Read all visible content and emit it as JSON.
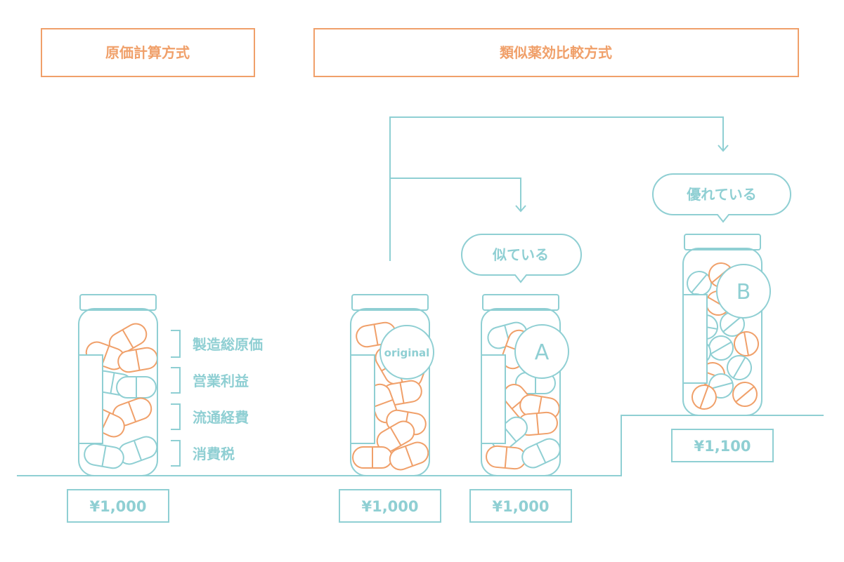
{
  "headers": {
    "cost_method": "原価計算方式",
    "comparison_method": "類似薬効比較方式"
  },
  "cost_breakdown": [
    "製造総原価",
    "営業利益",
    "流通経費",
    "消費税"
  ],
  "bubbles": {
    "similar": "似ている",
    "superior": "優れている"
  },
  "bottles": {
    "original_label": "original",
    "a_label": "A",
    "b_label": "B"
  },
  "prices": {
    "cost_method": "¥1,000",
    "original": "¥1,000",
    "a": "¥1,000",
    "b": "¥1,100"
  },
  "colors": {
    "teal": "#8fcfd3",
    "orange": "#f0a06a"
  }
}
